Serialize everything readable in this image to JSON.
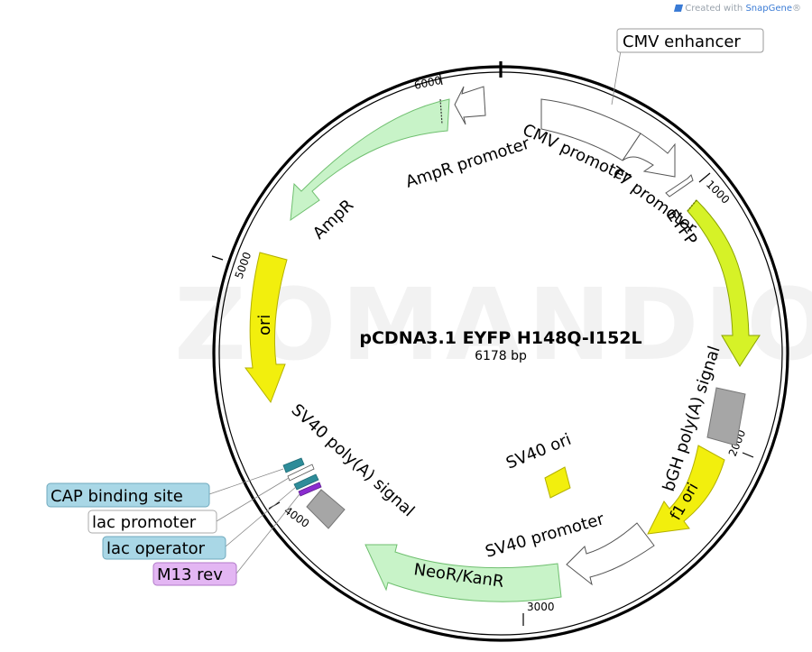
{
  "credit": {
    "prefix": "Created with",
    "brand": "SnapGene",
    "mark": "®"
  },
  "watermark": "ZOMANDIO",
  "plasmid": {
    "name": "pCDNA3.1 EYFP H148Q-I152L",
    "size_label": "6178 bp"
  },
  "ticks": [
    {
      "label": "1000",
      "pos": 1000
    },
    {
      "label": "2000",
      "pos": 2000
    },
    {
      "label": "3000",
      "pos": 3000
    },
    {
      "label": "4000",
      "pos": 4000
    },
    {
      "label": "5000",
      "pos": 5000
    },
    {
      "label": "6000",
      "pos": 6000
    }
  ],
  "features": [
    {
      "id": "cmv-enhancer",
      "label": "CMV enhancer",
      "fill": "#ffffff"
    },
    {
      "id": "cmv-promoter",
      "label": "CMV promoter",
      "fill": "#ffffff"
    },
    {
      "id": "t7-promoter",
      "label": "T7 promoter",
      "fill": "#ffffff"
    },
    {
      "id": "eyfp",
      "label": "EYFP",
      "fill": "#d6f227"
    },
    {
      "id": "bgh-polya",
      "label": "bGH poly(A) signal",
      "fill": "#a6a6a6"
    },
    {
      "id": "f1-ori",
      "label": "f1 ori",
      "fill": "#f2ef0d"
    },
    {
      "id": "sv40-promoter",
      "label": "SV40 promoter",
      "fill": "#ffffff"
    },
    {
      "id": "neor-kanr",
      "label": "NeoR/KanR",
      "fill": "#c8f3c8"
    },
    {
      "id": "sv40-polya",
      "label": "SV40 poly(A) signal",
      "fill": "#a6a6a6"
    },
    {
      "id": "cap-binding-site",
      "label": "CAP binding site",
      "fill": "#a9d7e6"
    },
    {
      "id": "lac-promoter",
      "label": "lac promoter",
      "fill": "#ffffff"
    },
    {
      "id": "lac-operator",
      "label": "lac operator",
      "fill": "#a9d7e6"
    },
    {
      "id": "m13-rev",
      "label": "M13 rev",
      "fill": "#e3b6f3"
    },
    {
      "id": "ori",
      "label": "ori",
      "fill": "#f2ef0d"
    },
    {
      "id": "ampr",
      "label": "AmpR",
      "fill": "#c8f3c8"
    },
    {
      "id": "ampr-promoter",
      "label": "AmpR promoter",
      "fill": "#ffffff"
    },
    {
      "id": "sv40-ori",
      "label": "SV40 ori",
      "fill": "#f2ef0d"
    }
  ]
}
